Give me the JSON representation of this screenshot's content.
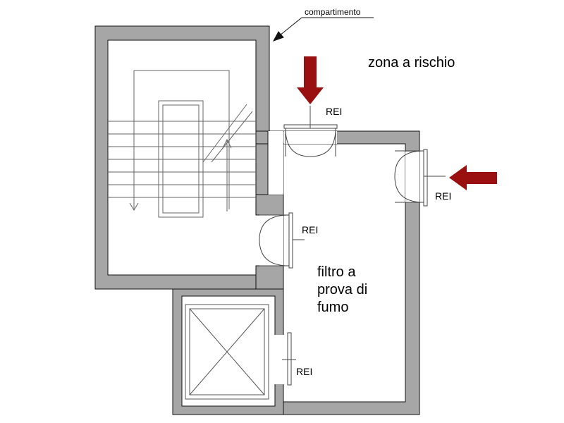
{
  "labels": {
    "compartimento": "compartimento",
    "zona": "zona a rischio",
    "filtro_line1": "filtro a",
    "filtro_line2": "prova di",
    "filtro_line3": "fumo",
    "rei_top": "REI",
    "rei_right": "REI",
    "rei_stair": "REI",
    "rei_lift": "REI"
  },
  "colors": {
    "wall": "#a6a6a6",
    "wall_stroke": "#111111",
    "arrow": "#9a1010",
    "line": "#555555"
  },
  "icons": {
    "entry_arrow_top": "arrow-down-icon",
    "entry_arrow_right": "arrow-left-icon",
    "lift_car": "elevator-cross-icon"
  }
}
